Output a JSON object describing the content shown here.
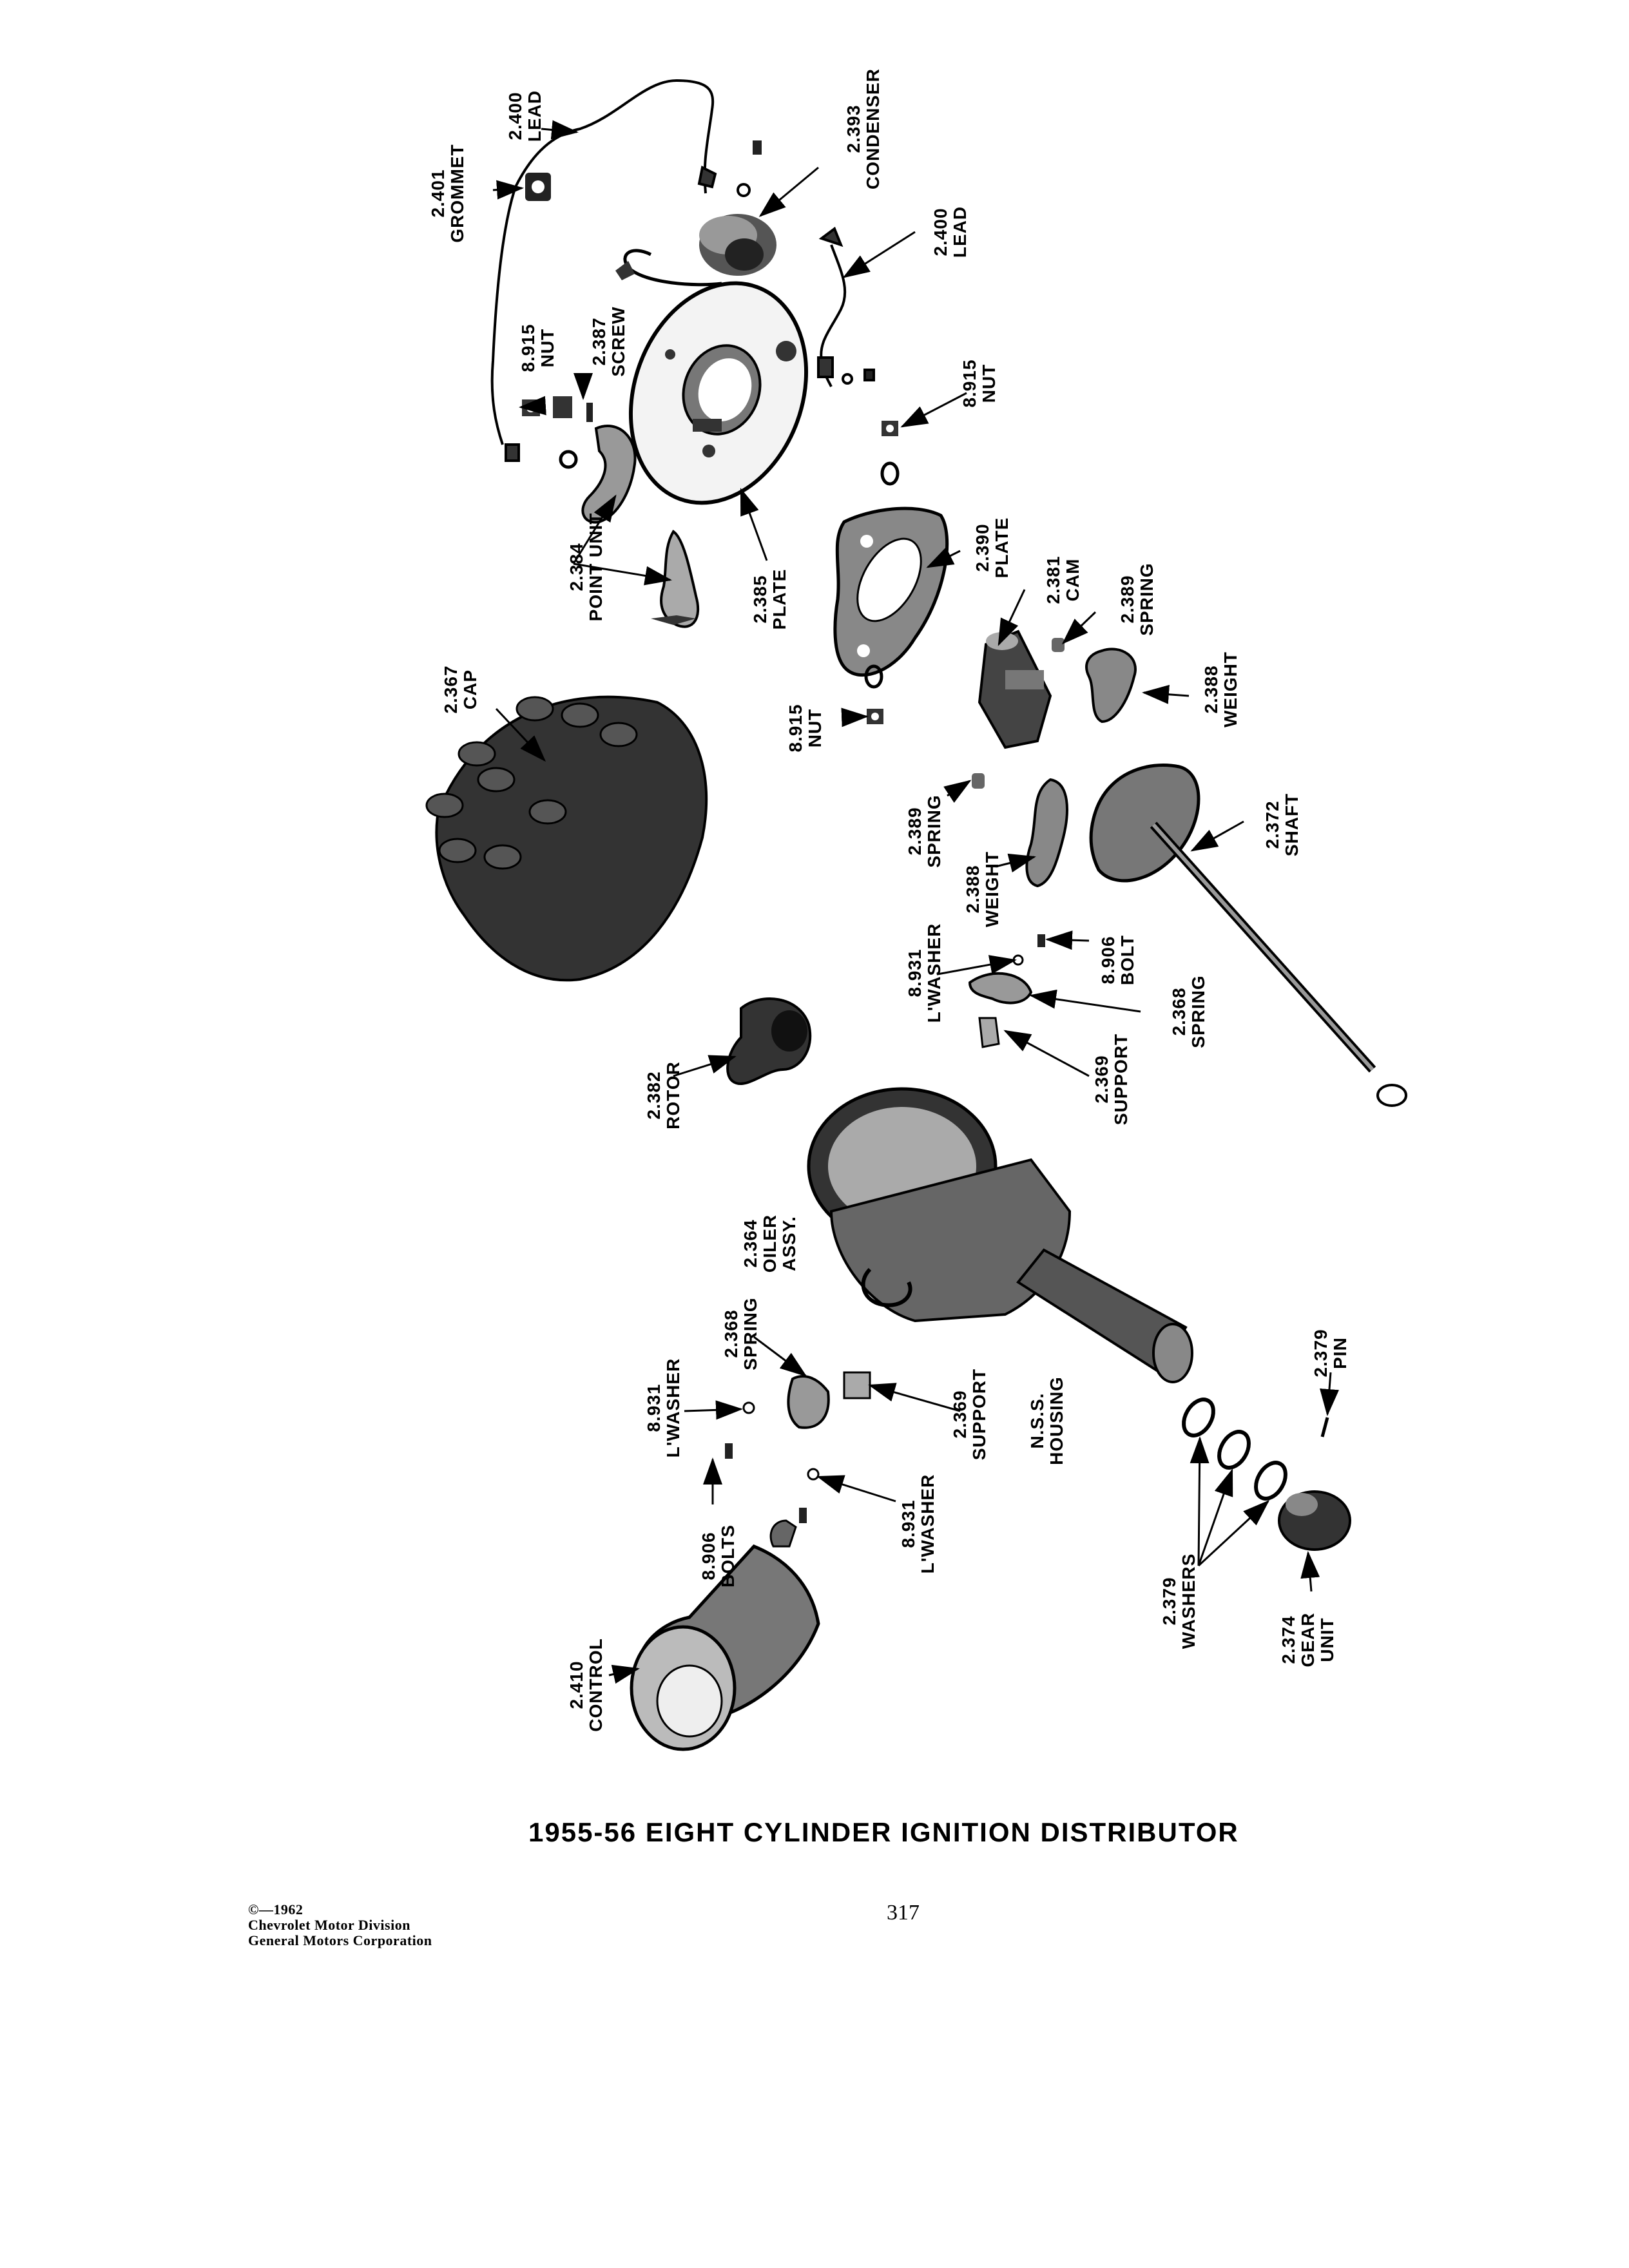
{
  "labels": {
    "lead_top": {
      "num": "2.400",
      "name": "LEAD"
    },
    "grommet": {
      "num": "2.401",
      "name": "GROMMET"
    },
    "condenser": {
      "num": "2.393",
      "name": "CONDENSER"
    },
    "lead_right": {
      "num": "2.400",
      "name": "LEAD"
    },
    "nut_left": {
      "num": "8.915",
      "name": "NUT"
    },
    "screw": {
      "num": "2.387",
      "name": "SCREW"
    },
    "nut_right": {
      "num": "8.915",
      "name": "NUT"
    },
    "point_unit": {
      "num": "2.384",
      "name": "POINT UNIT"
    },
    "plate_breaker": {
      "num": "2.385",
      "name": "PLATE"
    },
    "plate_support": {
      "num": "2.390",
      "name": "PLATE"
    },
    "cam": {
      "num": "2.381",
      "name": "CAM"
    },
    "spring_upper": {
      "num": "2.389",
      "name": "SPRING"
    },
    "weight_upper": {
      "num": "2.388",
      "name": "WEIGHT"
    },
    "cap": {
      "num": "2.367",
      "name": "CAP"
    },
    "nut_mid": {
      "num": "8.915",
      "name": "NUT"
    },
    "spring_lower": {
      "num": "2.389",
      "name": "SPRING"
    },
    "weight_lower": {
      "num": "2.388",
      "name": "WEIGHT"
    },
    "shaft": {
      "num": "2.372",
      "name": "SHAFT"
    },
    "lwasher_upper": {
      "num": "8.931",
      "name": "L'WASHER"
    },
    "bolt_upper": {
      "num": "8.906",
      "name": "BOLT"
    },
    "spring_clip_upper": {
      "num": "2.368",
      "name": "SPRING"
    },
    "support_upper": {
      "num": "2.369",
      "name": "SUPPORT"
    },
    "rotor": {
      "num": "2.382",
      "name": "ROTOR"
    },
    "oiler": {
      "num": "2.364",
      "name": "OILER",
      "name2": "ASSY."
    },
    "spring_clip_lower": {
      "num": "2.368",
      "name": "SPRING"
    },
    "lwasher_left": {
      "num": "8.931",
      "name": "L'WASHER"
    },
    "support_lower": {
      "num": "2.369",
      "name": "SUPPORT"
    },
    "housing": {
      "num": "N.S.S.",
      "name": "HOUSING"
    },
    "pin": {
      "num": "2.379",
      "name": "PIN"
    },
    "lwasher_lower": {
      "num": "8.931",
      "name": "L'WASHER"
    },
    "bolts": {
      "num": "8.906",
      "name": "BOLTS"
    },
    "washers": {
      "num": "2.379",
      "name": "WASHERS"
    },
    "gear": {
      "num": "2.374",
      "name": "GEAR",
      "name2": "UNIT"
    },
    "control": {
      "num": "2.410",
      "name": "CONTROL"
    }
  },
  "caption": "1955-56 EIGHT CYLINDER IGNITION DISTRIBUTOR",
  "copyright": {
    "line1": "©—1962",
    "line2": "Chevrolet Motor Division",
    "line3": "General Motors Corporation"
  },
  "page_number": "317"
}
